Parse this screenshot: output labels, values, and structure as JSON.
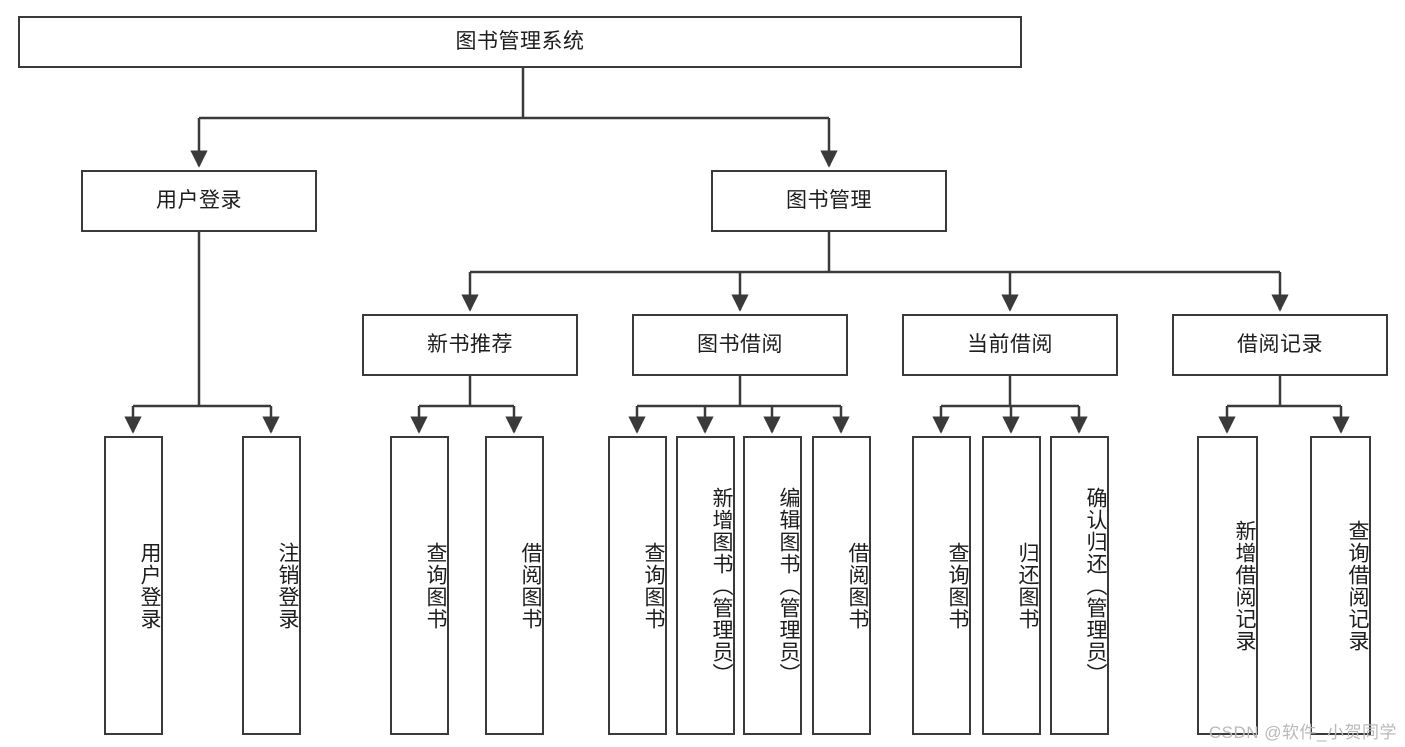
{
  "diagram": {
    "type": "tree",
    "title": "图书管理系统",
    "root": {
      "id": "root",
      "label": "图书管理系统",
      "orientation": "horizontal"
    },
    "level2": [
      {
        "id": "user-login",
        "label": "用户登录",
        "orientation": "horizontal"
      },
      {
        "id": "book-manage",
        "label": "图书管理",
        "orientation": "horizontal"
      }
    ],
    "level3": [
      {
        "id": "new-book-recommend",
        "label": "新书推荐",
        "orientation": "horizontal",
        "parent": "book-manage"
      },
      {
        "id": "book-borrow",
        "label": "图书借阅",
        "orientation": "horizontal",
        "parent": "book-manage"
      },
      {
        "id": "current-borrow",
        "label": "当前借阅",
        "orientation": "horizontal",
        "parent": "book-manage"
      },
      {
        "id": "borrow-record",
        "label": "借阅记录",
        "orientation": "horizontal",
        "parent": "book-manage"
      }
    ],
    "leaves": [
      {
        "id": "leaf-user-login",
        "label": "用户登录",
        "parent": "user-login"
      },
      {
        "id": "leaf-user-logout",
        "label": "注销登录",
        "parent": "user-login"
      },
      {
        "id": "leaf-query-book-1",
        "label": "查询图书",
        "parent": "new-book-recommend"
      },
      {
        "id": "leaf-borrow-book-1",
        "label": "借阅图书",
        "parent": "new-book-recommend"
      },
      {
        "id": "leaf-query-book-2",
        "label": "查询图书",
        "parent": "book-borrow"
      },
      {
        "id": "leaf-add-book",
        "label": "新增图书（管理员）",
        "parent": "book-borrow"
      },
      {
        "id": "leaf-edit-book",
        "label": "编辑图书（管理员）",
        "parent": "book-borrow"
      },
      {
        "id": "leaf-borrow-book-2",
        "label": "借阅图书",
        "parent": "book-borrow"
      },
      {
        "id": "leaf-query-book-3",
        "label": "查询图书",
        "parent": "current-borrow"
      },
      {
        "id": "leaf-return-book",
        "label": "归还图书",
        "parent": "current-borrow"
      },
      {
        "id": "leaf-confirm-return",
        "label": "确认归还（管理员）",
        "parent": "current-borrow"
      },
      {
        "id": "leaf-add-record",
        "label": "新增借阅记录",
        "parent": "borrow-record"
      },
      {
        "id": "leaf-query-record",
        "label": "查询借阅记录",
        "parent": "borrow-record"
      }
    ],
    "colors": {
      "stroke": "#3a3a3a",
      "fill": "#ffffff",
      "text": "#1d1d1d",
      "watermark": "#b9b9b9"
    }
  },
  "watermark": {
    "text": "CSDN @软件_小贺同学"
  }
}
